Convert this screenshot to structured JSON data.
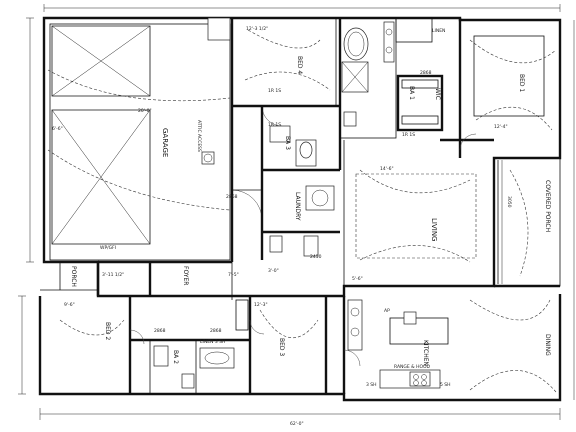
{
  "rooms": {
    "garage": "GARAGE",
    "bed4": "BED 4",
    "bed1": "BED 1",
    "wic": "WIC",
    "ba1": "BA 1",
    "ba3": "BA 3",
    "laundry": "LAUNDRY",
    "living": "LIVING",
    "covered_porch": "COVERED PORCH",
    "dining": "DINING",
    "kitchen": "KITCHEN",
    "foyer": "FOYER",
    "porch": "PORCH",
    "bed2": "BED 2",
    "ba2": "BA 2",
    "bed3": "BED 3"
  },
  "notes": {
    "linen_top": "LINEN",
    "linen_ba2": "LINEN 3 SH",
    "attic_access": "ATTIC ACCESS",
    "range_hood": "RANGE & HOOD",
    "shelf_1": "1R 1S",
    "shelf_2": "1R 1S",
    "shelf_3": "1R 1S",
    "shelf_4": "3 SH",
    "shelf_5": "5 SH",
    "ap_label": "AP",
    "wp_label": "WP/GFI"
  },
  "dimensions": {
    "garage_w": "20'-0\"",
    "garage_side": "6'-6\"",
    "bed4_size": "12'-3 1/2\"",
    "bed1_size": "12'-4\"",
    "living_size": "14'-6\"",
    "overall": "62'-0\"",
    "d_1": "3'-0\"",
    "d_2": "7'-5\"",
    "d_3": "3'-11 1/2\"",
    "d_4": "5'-6\"",
    "d_5": "2868",
    "d_6": "2868",
    "d_7": "2868",
    "d_8": "2450",
    "d_9": "3050",
    "d_10": "2868",
    "d_11": "12'-3\"",
    "d_12": "9'-6\""
  },
  "colors": {
    "line": "#111111",
    "paper": "#ffffff"
  }
}
